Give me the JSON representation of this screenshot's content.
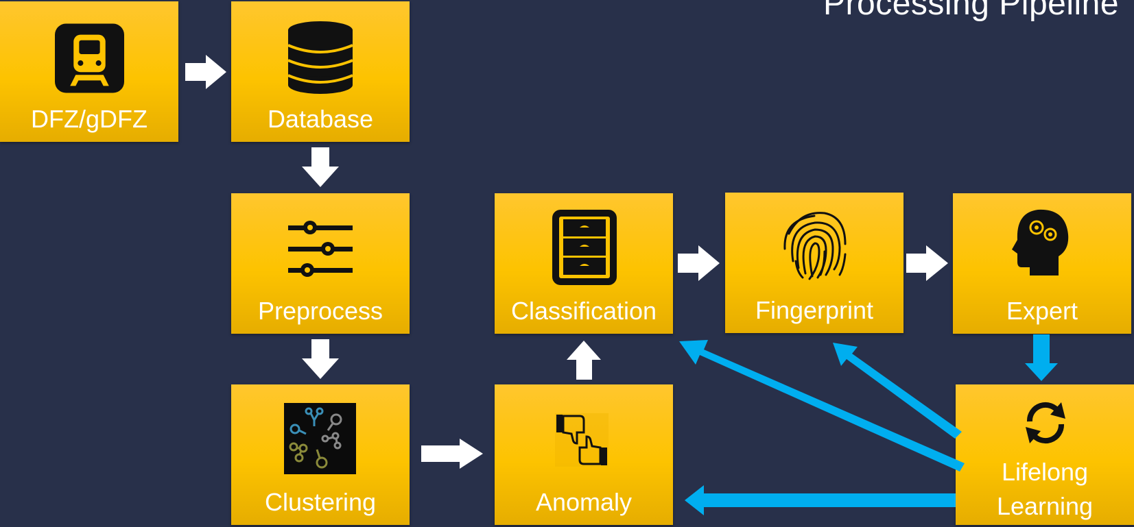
{
  "title": "Processing Pipeline",
  "colors": {
    "background": "#28304a",
    "box": "#fdc300",
    "flow_arrow": "#ffffff",
    "feedback_arrow": "#00aeef"
  },
  "nodes": {
    "dfz": {
      "label": "DFZ/gDFZ",
      "icon": "train-icon"
    },
    "database": {
      "label": "Database",
      "icon": "database-icon"
    },
    "preprocess": {
      "label": "Preprocess",
      "icon": "sliders-icon"
    },
    "clustering": {
      "label": "Clustering",
      "icon": "clusters-icon"
    },
    "classification": {
      "label": "Classification",
      "icon": "filing-cabinet-icon"
    },
    "anomaly": {
      "label": "Anomaly",
      "icon": "thumbs-up-down-icon"
    },
    "fingerprint": {
      "label": "Fingerprint",
      "icon": "fingerprint-icon"
    },
    "expert": {
      "label": "Expert",
      "icon": "head-gears-icon"
    },
    "lifelong": {
      "label_line1": "Lifelong",
      "label_line2": "Learning",
      "icon": "refresh-icon"
    }
  }
}
